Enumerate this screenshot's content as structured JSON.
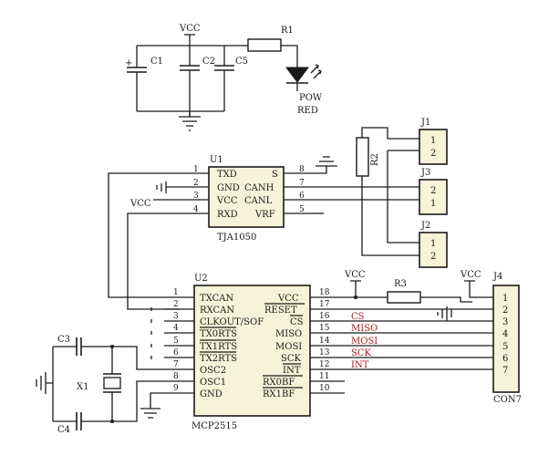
{
  "power": {
    "vcc": "VCC",
    "c1": "C1",
    "c2": "C2",
    "c5": "C5",
    "r1": "R1",
    "pow": "POW",
    "red": "RED",
    "plus": "+"
  },
  "u1": {
    "ref": "U1",
    "part": "TJA1050",
    "vcc": "VCC",
    "pins_left": [
      {
        "num": "1",
        "name": "TXD"
      },
      {
        "num": "2",
        "name": "GND"
      },
      {
        "num": "3",
        "name": "VCC"
      },
      {
        "num": "4",
        "name": "RXD"
      }
    ],
    "pins_right": [
      {
        "num": "8",
        "name": "S"
      },
      {
        "num": "7",
        "name": "CANH"
      },
      {
        "num": "6",
        "name": "CANL"
      },
      {
        "num": "5",
        "name": "VRF"
      }
    ]
  },
  "bus": {
    "r2": "R2",
    "j1": "J1",
    "j3": "J3",
    "j2": "J2",
    "j1_pins": [
      "1",
      "2"
    ],
    "j3_pins": [
      "2",
      "1"
    ],
    "j2_pins": [
      "1",
      "2"
    ]
  },
  "u2": {
    "ref": "U2",
    "part": "MCP2515",
    "pins_left": [
      {
        "num": "1",
        "name": "TXCAN"
      },
      {
        "num": "2",
        "name": "RXCAN"
      },
      {
        "num": "3",
        "name": "CLKOUT/SOF"
      },
      {
        "num": "4",
        "name": "TX0RTS"
      },
      {
        "num": "5",
        "name": "TX1RTS"
      },
      {
        "num": "6",
        "name": "TX2RTS"
      },
      {
        "num": "7",
        "name": "OSC2"
      },
      {
        "num": "8",
        "name": "OSC1"
      },
      {
        "num": "9",
        "name": "GND"
      }
    ],
    "pins_right": [
      {
        "num": "18",
        "name": "VCC"
      },
      {
        "num": "17",
        "name": "RESET"
      },
      {
        "num": "16",
        "name": "CS"
      },
      {
        "num": "15",
        "name": "MISO"
      },
      {
        "num": "14",
        "name": "MOSI"
      },
      {
        "num": "13",
        "name": "SCK"
      },
      {
        "num": "12",
        "name": "INT"
      },
      {
        "num": "11",
        "name": "RX0BF"
      },
      {
        "num": "10",
        "name": "RX1BF"
      }
    ]
  },
  "nets": {
    "cs": "CS",
    "miso": "MISO",
    "mosi": "MOSI",
    "sck": "SCK",
    "int": "INT",
    "vcc": "VCC",
    "r3": "R3"
  },
  "crystal": {
    "c3": "C3",
    "c4": "C4",
    "x1": "X1"
  },
  "header": {
    "ref": "J4",
    "part": "CON7",
    "vcc": "VCC",
    "pins": [
      "1",
      "2",
      "3",
      "4",
      "5",
      "6",
      "7"
    ]
  }
}
